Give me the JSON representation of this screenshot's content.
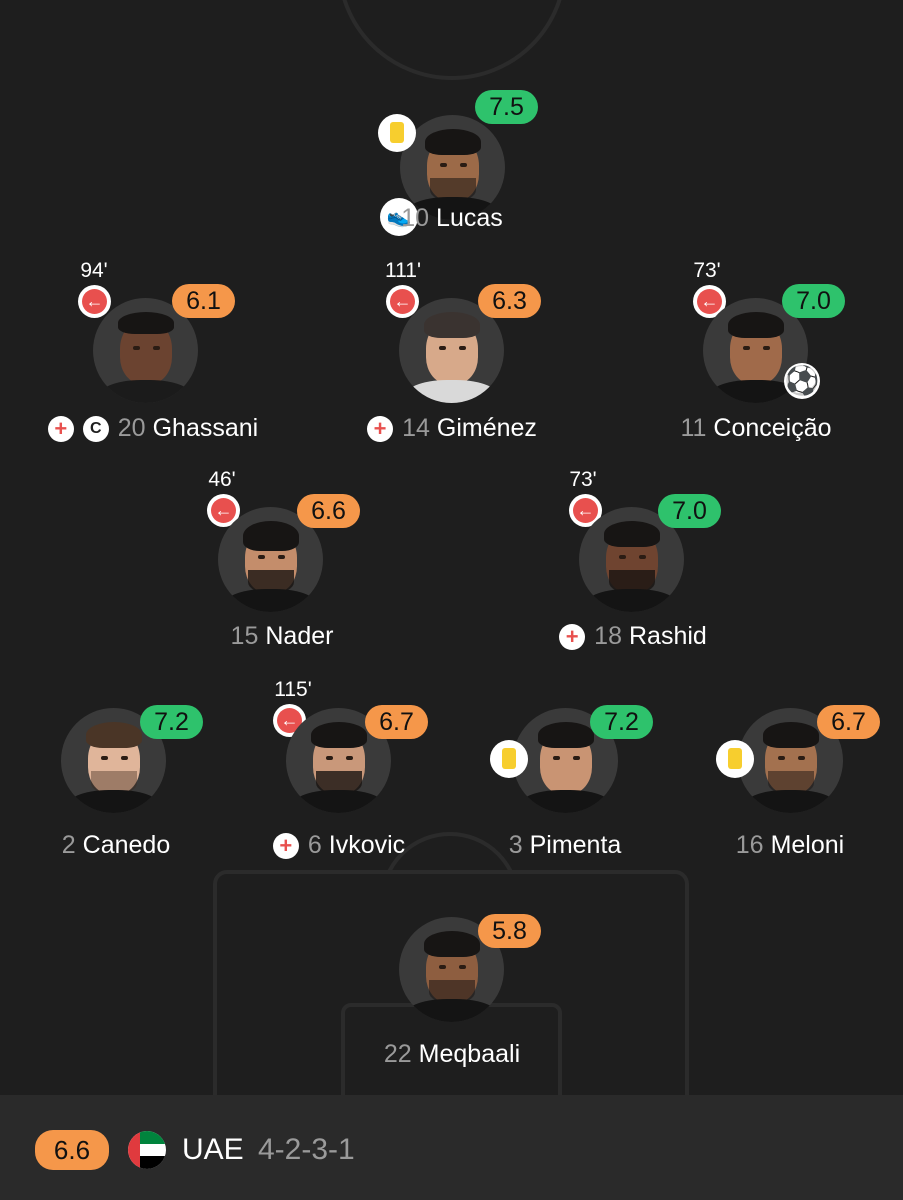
{
  "colors": {
    "background": "#1e1e1e",
    "rating_green": "#2ec26c",
    "rating_orange": "#f5974a",
    "sub_red": "#e8504e",
    "yellow_card": "#f7ce2e"
  },
  "players": [
    {
      "number": "10",
      "name": "Lucas",
      "rating": "7.5",
      "rating_color": "green",
      "sub_minute": "",
      "icons": [
        "yellow-card",
        "boot"
      ]
    },
    {
      "number": "20",
      "name": "Ghassani",
      "rating": "6.1",
      "rating_color": "orange",
      "sub_minute": "94'",
      "icons": [
        "sub-off",
        "injury",
        "captain"
      ]
    },
    {
      "number": "14",
      "name": "Giménez",
      "rating": "6.3",
      "rating_color": "orange",
      "sub_minute": "111'",
      "icons": [
        "sub-off",
        "injury"
      ]
    },
    {
      "number": "11",
      "name": "Conceição",
      "rating": "7.0",
      "rating_color": "green",
      "sub_minute": "73'",
      "icons": [
        "sub-off",
        "goal"
      ]
    },
    {
      "number": "15",
      "name": "Nader",
      "rating": "6.6",
      "rating_color": "orange",
      "sub_minute": "46'",
      "icons": [
        "sub-off"
      ]
    },
    {
      "number": "18",
      "name": "Rashid",
      "rating": "7.0",
      "rating_color": "green",
      "sub_minute": "73'",
      "icons": [
        "sub-off",
        "injury"
      ]
    },
    {
      "number": "2",
      "name": "Canedo",
      "rating": "7.2",
      "rating_color": "green",
      "sub_minute": "",
      "icons": []
    },
    {
      "number": "6",
      "name": "Ivkovic",
      "rating": "6.7",
      "rating_color": "orange",
      "sub_minute": "115'",
      "icons": [
        "sub-off",
        "injury"
      ]
    },
    {
      "number": "3",
      "name": "Pimenta",
      "rating": "7.2",
      "rating_color": "green",
      "sub_minute": "",
      "icons": [
        "yellow-card"
      ]
    },
    {
      "number": "16",
      "name": "Meloni",
      "rating": "6.7",
      "rating_color": "orange",
      "sub_minute": "",
      "icons": [
        "yellow-card"
      ]
    },
    {
      "number": "22",
      "name": "Meqbaali",
      "rating": "5.8",
      "rating_color": "orange",
      "sub_minute": "",
      "icons": []
    }
  ],
  "team": {
    "rating": "6.6",
    "name": "UAE",
    "formation": "4-2-3-1",
    "flag_icon": "uae-flag-icon"
  }
}
